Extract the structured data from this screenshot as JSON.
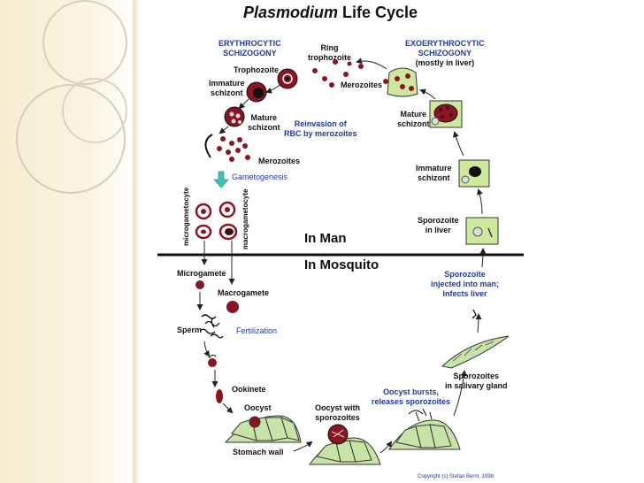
{
  "diagram": {
    "title_italic": "Plasmodium",
    "title_rest": " Life Cycle",
    "labels": {
      "erythrocytic_line1": "ERYTHROCYTIC",
      "erythrocytic_line2": "SCHIZOGONY",
      "ring_line1": "Ring",
      "ring_line2": "trophozoite",
      "exo_line1": "EXOERYTHROCYTIC",
      "exo_line2": "SCHIZOGONY",
      "exo_line3": "(mostly in liver)",
      "trophozoite": "Trophozoite",
      "immature_schizont_line1": "Immature",
      "immature_schizont_line2": "schizont",
      "merozoites_top": "Merozoites",
      "mature_schizont_left_line1": "Mature",
      "mature_schizont_left_line2": "schizont",
      "reinvasion_line1": "Reinvasion of",
      "reinvasion_line2": "RBC by merozoites",
      "mature_schizont_right_line1": "Mature",
      "mature_schizont_right_line2": "schizont",
      "merozoites_left": "Merozoites",
      "immature_schizont_right_line1": "Immature",
      "immature_schizont_right_line2": "schizont",
      "gametogenesis": "Gametogenesis",
      "microgametocyte": "microgametocyte",
      "macrogametocyte": "macrogametocyte",
      "sporozoite_liver_line1": "Sporozoite",
      "sporozoite_liver_line2": "in liver",
      "in_man": "In Man",
      "in_mosquito": "In Mosquito",
      "microgamete": "Microgamete",
      "sporozoite_injected_line1": "Sporozoite",
      "sporozoite_injected_line2": "injected into man;",
      "sporozoite_injected_line3": "Infects liver",
      "macrogamete": "Macrogamete",
      "sperm": "Sperm",
      "fertilization": "Fertilization",
      "sporozoites_gland_line1": "Sporozoites",
      "sporozoites_gland_line2": "in salivary gland",
      "ookinete": "Ookinete",
      "oocyst_bursts_line1": "Oocyst bursts,",
      "oocyst_bursts_line2": "releases sporozoites",
      "oocyst": "Oocyst",
      "oocyst_with_line1": "Oocyst with",
      "oocyst_with_line2": "sporozoites",
      "stomach_wall": "Stomach wall",
      "copyright": "Copyright (c) Stefan Bernt, 1998"
    },
    "colors": {
      "cell_red": "#8b1424",
      "cell_dark": "#4a0a12",
      "liver_green": "#cfe8a0",
      "stomach_green": "#c8e3a8",
      "label_blue": "#1f3a9a",
      "arrow_teal": "#3cc3b4"
    }
  }
}
